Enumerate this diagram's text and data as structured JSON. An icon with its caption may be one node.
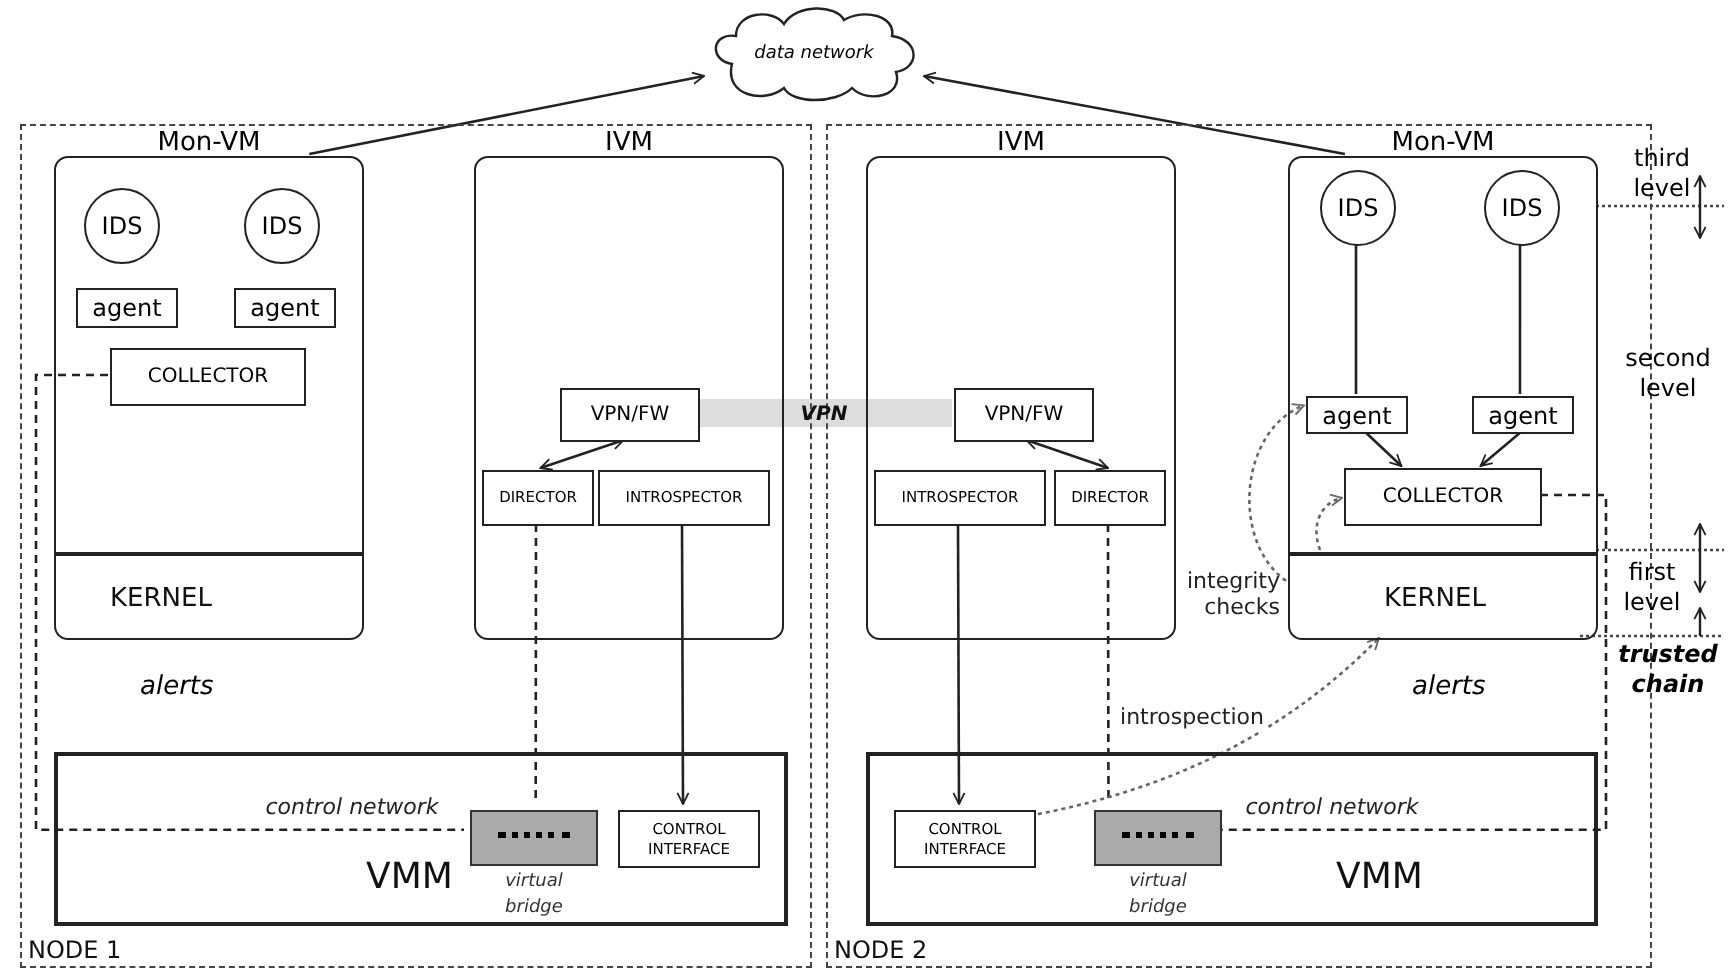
{
  "diagram": {
    "nodes": [
      {
        "text": [
          "data network"
        ]
      },
      {
        "text": [
          "NODE 1"
        ]
      },
      {
        "text": [
          "Mon-VM"
        ],
        "in": 1
      },
      {
        "text": [
          "IDS"
        ],
        "in": 2
      },
      {
        "text": [
          "IDS"
        ],
        "in": 2
      },
      {
        "text": [
          "agent"
        ],
        "in": 2
      },
      {
        "text": [
          "agent"
        ],
        "in": 2
      },
      {
        "text": [
          "COLLECTOR"
        ],
        "in": 2
      },
      {
        "text": [
          "KERNEL"
        ],
        "in": 2
      },
      {
        "text": [
          "IVM"
        ],
        "in": 1
      },
      {
        "text": [
          "VPN/FW"
        ],
        "in": 9
      },
      {
        "text": [
          "DIRECTOR"
        ],
        "in": 9
      },
      {
        "text": [
          "INTROSPECTOR"
        ],
        "in": 9
      },
      {
        "text": [
          "VMM"
        ],
        "in": 1
      },
      {
        "text": [
          "virtual bridge"
        ],
        "in": 13
      },
      {
        "text": [
          "CONTROL INTERFACE"
        ],
        "in": 13
      },
      {
        "text": [
          "NODE 2"
        ]
      },
      {
        "text": [
          "IVM"
        ],
        "in": 16
      },
      {
        "text": [
          "VPN/FW"
        ],
        "in": 17
      },
      {
        "text": [
          "INTROSPECTOR"
        ],
        "in": 17
      },
      {
        "text": [
          "DIRECTOR"
        ],
        "in": 17
      },
      {
        "text": [
          "Mon-VM"
        ],
        "in": 16
      },
      {
        "text": [
          "IDS"
        ],
        "in": 21
      },
      {
        "text": [
          "IDS"
        ],
        "in": 21
      },
      {
        "text": [
          "agent"
        ],
        "in": 21
      },
      {
        "text": [
          "agent"
        ],
        "in": 21
      },
      {
        "text": [
          "COLLECTOR"
        ],
        "in": 21
      },
      {
        "text": [
          "KERNEL"
        ],
        "in": 21
      },
      {
        "text": [
          "VMM"
        ],
        "in": 16
      },
      {
        "text": [
          "CONTROL INTERFACE"
        ],
        "in": 28
      },
      {
        "text": [
          "virtual bridge"
        ],
        "in": 28
      }
    ],
    "edges": [
      {
        "from": 2,
        "to": 0,
        "arrow": "to"
      },
      {
        "from": 21,
        "to": 0,
        "arrow": "to"
      },
      {
        "from": 10,
        "to": 18,
        "arrow": "none",
        "label": "VPN",
        "style": "thick",
        "color": "#dddddd"
      },
      {
        "from": 11,
        "to": 10,
        "arrow": "both"
      },
      {
        "from": 18,
        "to": 20,
        "arrow": "both"
      },
      {
        "from": 12,
        "to": 15,
        "arrow": "to"
      },
      {
        "from": 19,
        "to": 29,
        "arrow": "to"
      },
      {
        "from": 7,
        "to": 14,
        "arrow": "none",
        "label": "alerts",
        "style": "dashed"
      },
      {
        "from": 11,
        "to": 14,
        "arrow": "none",
        "style": "dashed"
      },
      {
        "from": 26,
        "to": 30,
        "arrow": "none",
        "label": "alerts",
        "style": "dashed"
      },
      {
        "from": 20,
        "to": 30,
        "arrow": "none",
        "style": "dashed"
      },
      {
        "from": 22,
        "to": 24,
        "arrow": "none"
      },
      {
        "from": 23,
        "to": 25,
        "arrow": "none"
      },
      {
        "from": 24,
        "to": 26,
        "arrow": "to"
      },
      {
        "from": 25,
        "to": 26,
        "arrow": "to"
      },
      {
        "from": 29,
        "to": 27,
        "arrow": "to",
        "label": "introspection",
        "style": "dashed",
        "color": "#666666"
      },
      {
        "from": 27,
        "to": 24,
        "arrow": "to",
        "label": "integrity checks",
        "style": "dashed",
        "color": "#666666"
      },
      {
        "from": 27,
        "to": 26,
        "arrow": "to",
        "style": "dashed",
        "color": "#666666"
      }
    ],
    "labels": [
      "third level",
      "second level",
      "first level",
      "trusted chain",
      "control network",
      "control network"
    ]
  }
}
